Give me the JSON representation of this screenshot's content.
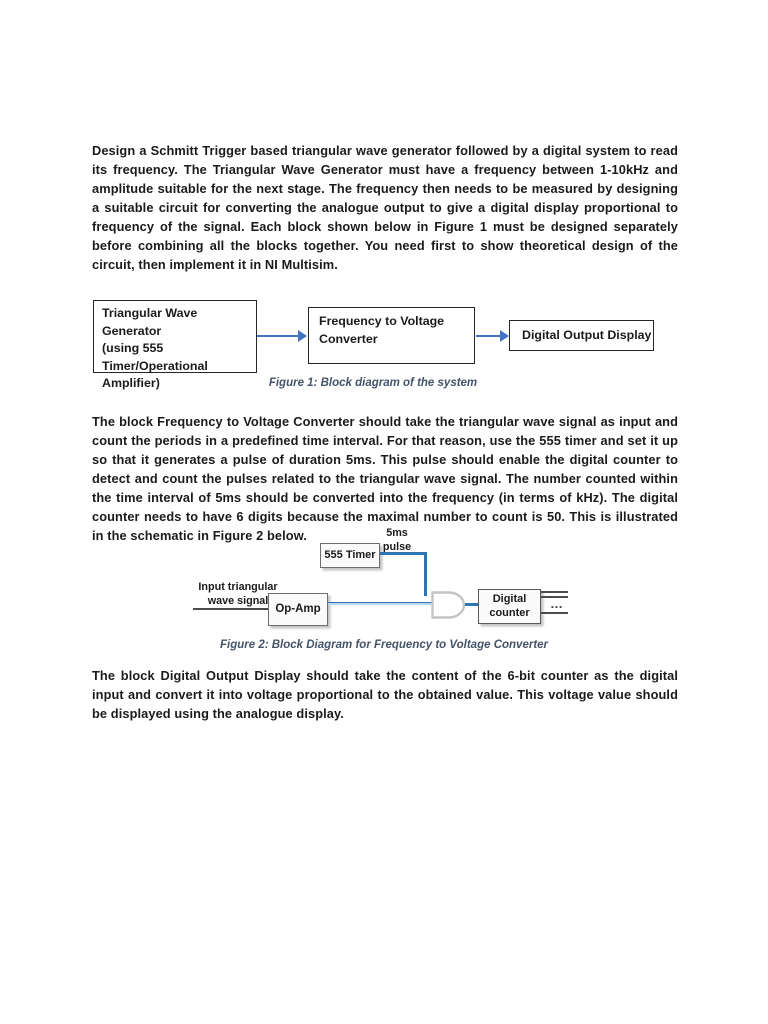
{
  "document": {
    "paragraphs": [
      "Design a Schmitt Trigger based triangular wave generator followed by a digital system to read its frequency. The Triangular Wave Generator must have a frequency between 1-10kHz and amplitude suitable for the next stage. The frequency then needs to be measured by designing a suitable circuit for converting the analogue output to give a digital display proportional to frequency of the signal. Each block shown below in Figure 1 must be designed separately before combining all the blocks together. You need first to show theoretical design of the circuit, then implement it in NI Multisim.",
      "The block Frequency to Voltage Converter should take the triangular wave signal as input and count the periods in a predefined time interval. For that reason, use the 555 timer and set it up so that it generates a pulse of duration 5ms. This pulse should enable the digital counter to detect and count the pulses related to the triangular wave signal. The number counted within the time interval of 5ms should be converted into the frequency (in terms of kHz). The digital counter needs to have 6 digits because the maximal number to count is 50. This is illustrated in the schematic in Figure 2 below.",
      "The block Digital Output Display should take the content of the 6-bit counter as the digital input and convert it into voltage proportional to the obtained value. This voltage value should be displayed using the analogue display."
    ]
  },
  "figure1": {
    "caption": "Figure 1: Block diagram of the system",
    "generator_box_lines": [
      "Triangular Wave Generator",
      "(using 555",
      "Timer/Operational",
      "Amplifier)"
    ],
    "converter_box_lines": [
      "Frequency to Voltage",
      "Converter"
    ],
    "display_box_label": "Digital Output Display"
  },
  "figure2": {
    "caption": "Figure 2: Block Diagram for Frequency to Voltage Converter",
    "pulse_label_lines": [
      "5ms",
      "pulse"
    ],
    "timer_box_label": "555 Timer",
    "input_label_lines": [
      "Input triangular",
      "wave signal"
    ],
    "opamp_box_label": "Op-Amp",
    "counter_box_lines": [
      "Digital",
      "counter"
    ],
    "bus_ellipsis": "…"
  },
  "colors": {
    "arrow_blue": "#4472C4",
    "signal_blue": "#2E75B6",
    "signal_light_blue": "#BDD7EE",
    "caption_color": "#44546A",
    "box_border_dark": "#262626",
    "box_border_gray": "#6e6e6e"
  }
}
